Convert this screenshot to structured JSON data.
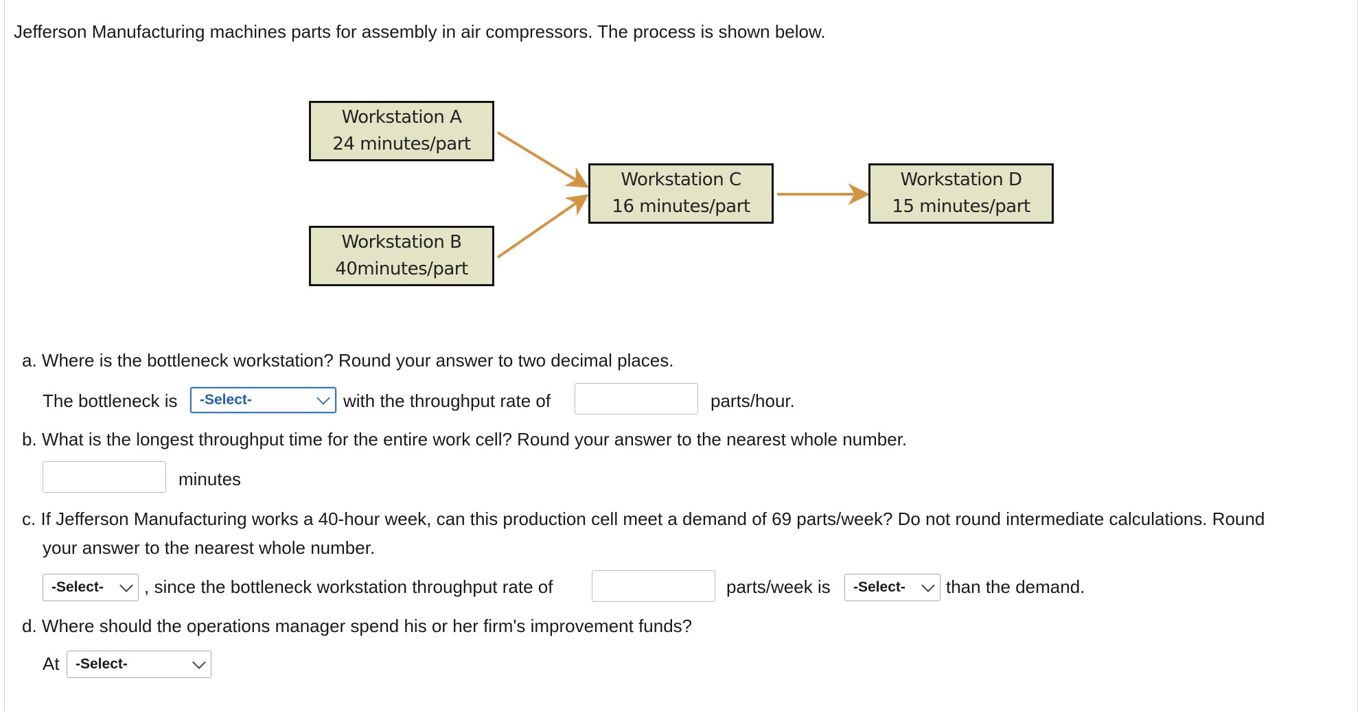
{
  "intro": "Jefferson Manufacturing machines parts for assembly in air compressors. The process is shown below.",
  "diagram": {
    "workstations": [
      {
        "name": "Workstation A",
        "time": "24 minutes/part"
      },
      {
        "name": "Workstation B",
        "time": "40minutes/part"
      },
      {
        "name": "Workstation C",
        "time": "16 minutes/part"
      },
      {
        "name": "Workstation D",
        "time": "15 minutes/part"
      }
    ],
    "arrow_color": "#d49444"
  },
  "qa": {
    "letter": "a.",
    "question": "Where is the bottleneck workstation? Round your answer to two decimal places.",
    "prefix": "The bottleneck is",
    "select": "-Select-",
    "mid": "with the throughput rate of",
    "input_value": "",
    "unit": "parts/hour."
  },
  "qb": {
    "letter": "b.",
    "question": "What is the longest throughput time for the entire work cell? Round your answer to the nearest whole number.",
    "input_value": "",
    "unit": "minutes"
  },
  "qc": {
    "letter": "c.",
    "question_line1": "If Jefferson Manufacturing works a 40-hour week, can this production cell meet a demand of 69 parts/week? Do not round intermediate calculations. Round",
    "question_line2": "your answer to the nearest whole number.",
    "select1": "-Select-",
    "text1": ", since the bottleneck workstation throughput rate of",
    "input_value": "",
    "text2": "parts/week is",
    "select2": "-Select-",
    "text3": "than the demand."
  },
  "qd": {
    "letter": "d.",
    "question": "Where should the operations manager spend his or her firm's improvement funds?",
    "prefix": "At",
    "select": "-Select-"
  }
}
